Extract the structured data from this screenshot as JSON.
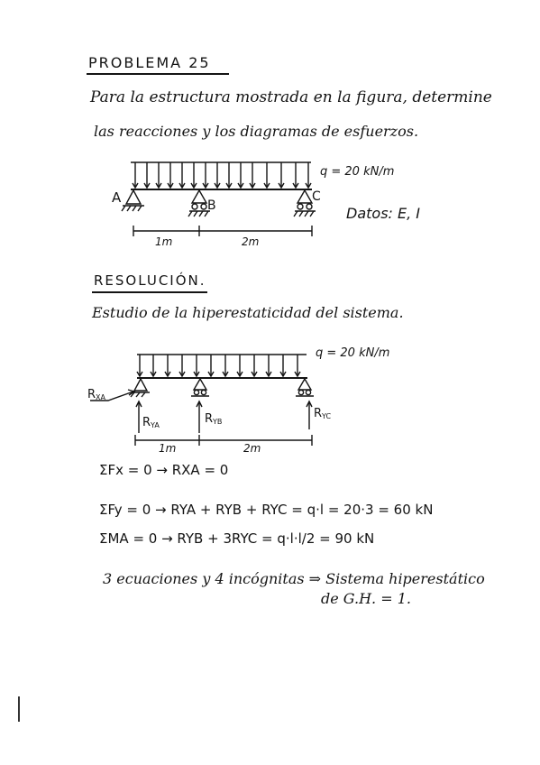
{
  "problem_title": "PROBLEMA 25",
  "statement_line1": "Para la estructura mostrada en la figura, determine",
  "statement_line2": "las reacciones y los diagramas de esfuerzos.",
  "figure1": {
    "load_label": "q = 20 kN/m",
    "support_a": "A",
    "support_b": "B",
    "support_c": "C",
    "data_label": "Datos: E, I",
    "dim1": "1m",
    "dim2": "2m"
  },
  "resolution_title": "RESOLUCIÓN.",
  "study_line": "Estudio de la hiperestaticidad del sistema.",
  "figure2": {
    "load_label": "q = 20 kN/m",
    "rxa": "R",
    "rxa_sub": "XA",
    "rya": "R",
    "rya_sub": "YA",
    "ryb": "R",
    "ryb_sub": "YB",
    "ryc": "R",
    "ryc_sub": "YC",
    "dim1": "1m",
    "dim2": "2m"
  },
  "equations": {
    "eq1": "ΣFx = 0 → RXA = 0",
    "eq2": "ΣFy = 0 → RYA + RYB + RYC = q·l = 20·3 = 60 kN",
    "eq3": "ΣMA = 0 → RYB + 3RYC = q·l·l/2 = 90 kN"
  },
  "conclusion_line1": "3 ecuaciones y 4 incógnitas ⇒ Sistema hiperestático",
  "conclusion_line2": "de G.H. = 1."
}
